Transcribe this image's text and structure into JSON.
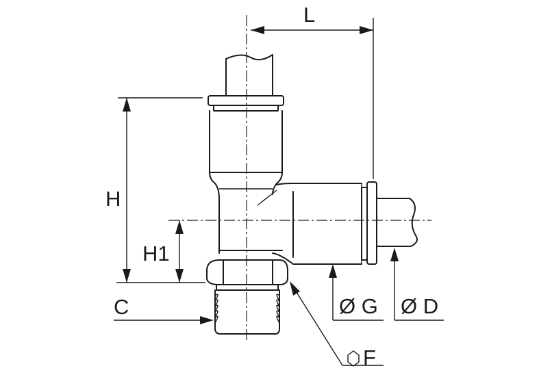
{
  "labels": {
    "L": "L",
    "H": "H",
    "H1": "H1",
    "C": "C",
    "G": "Ø G",
    "D": "Ø D",
    "F": "F"
  },
  "icons": {
    "F": "hexagon-icon",
    "G": "diameter-symbol",
    "D": "diameter-symbol"
  },
  "colors": {
    "ink": "#1a1a1a",
    "background": "#ffffff"
  }
}
